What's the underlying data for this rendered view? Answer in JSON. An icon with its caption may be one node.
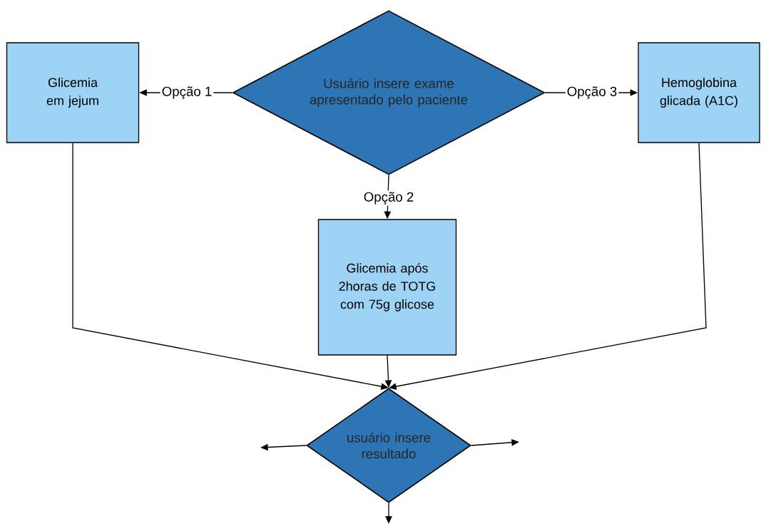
{
  "diagram": {
    "nodes": [
      {
        "text": [
          "Usuário insere exame apresentado pelo paciente"
        ]
      },
      {
        "text": [
          "Glicemia em jejum"
        ]
      },
      {
        "text": [
          "Hemoglobina glicada (A1C)"
        ]
      },
      {
        "text": [
          "Glicemia após 2horas de TOTG com 75g glicose"
        ]
      },
      {
        "text": [
          "usuário insere resultado"
        ]
      }
    ],
    "edges": [
      {
        "from": 0,
        "to": 1,
        "arrow": "to",
        "label": "Opção 1"
      },
      {
        "from": 0,
        "to": 3,
        "arrow": "to",
        "label": "Opção 2"
      },
      {
        "from": 0,
        "to": 2,
        "arrow": "to",
        "label": "Opção 3"
      },
      {
        "from": 1,
        "to": 4,
        "arrow": "to"
      },
      {
        "from": 3,
        "to": 4,
        "arrow": "to"
      },
      {
        "from": 2,
        "to": 4,
        "arrow": "to"
      },
      {
        "from": 4,
        "to": null,
        "arrow": "to"
      },
      {
        "from": 4,
        "to": null,
        "arrow": "to"
      },
      {
        "from": 4,
        "to": null,
        "arrow": "to"
      }
    ]
  }
}
